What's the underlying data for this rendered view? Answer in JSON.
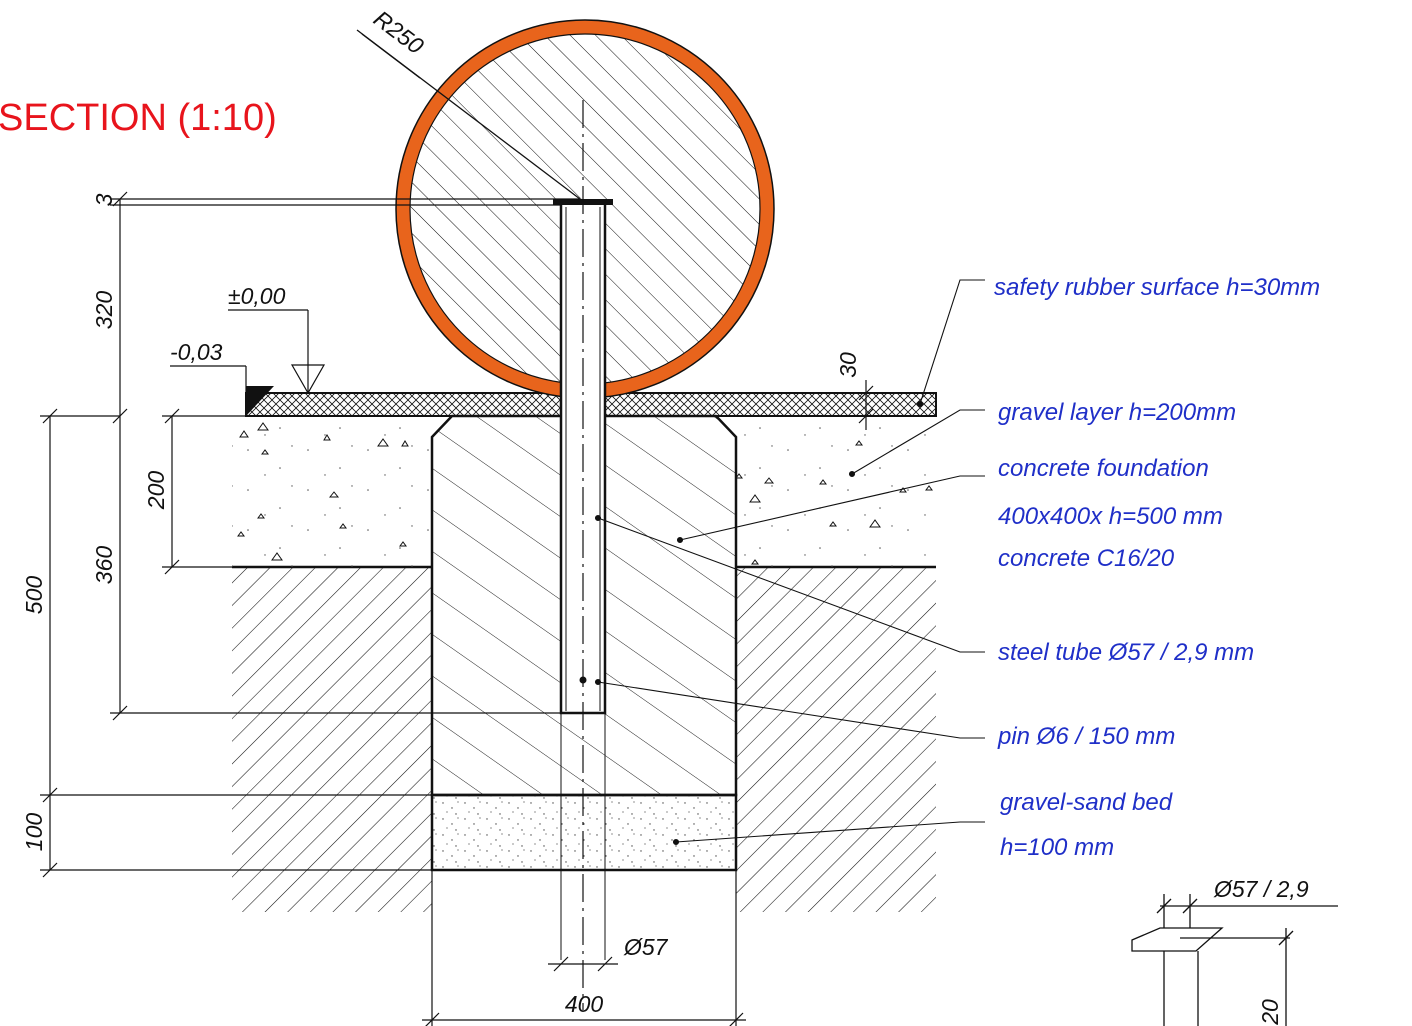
{
  "title": "SECTION (1:10)",
  "radius_label": "R250",
  "levels": {
    "zero": "±0,00",
    "minus": "-0,03"
  },
  "dimensions": {
    "d3": "3",
    "d320": "320",
    "d30": "30",
    "d200": "200",
    "d360": "360",
    "d500": "500",
    "d100": "100",
    "d57": "Ø57",
    "d400": "400",
    "detail_tube": "Ø57 / 2,9",
    "detail_20": "20"
  },
  "labels": {
    "rubber": "safety rubber surface h=30mm",
    "gravel": "gravel layer h=200mm",
    "foundation_1": "concrete foundation",
    "foundation_2": "400x400x h=500 mm",
    "foundation_3": "concrete C16/20",
    "tube": "steel tube Ø57 / 2,9 mm",
    "pin": "pin Ø6 / 150 mm",
    "bed_1": "gravel-sand bed",
    "bed_2": "h=100 mm"
  },
  "colors": {
    "title": "#e8141c",
    "labels": "#1f2fc8",
    "ring": "#e8641c",
    "lines": "#111111"
  }
}
